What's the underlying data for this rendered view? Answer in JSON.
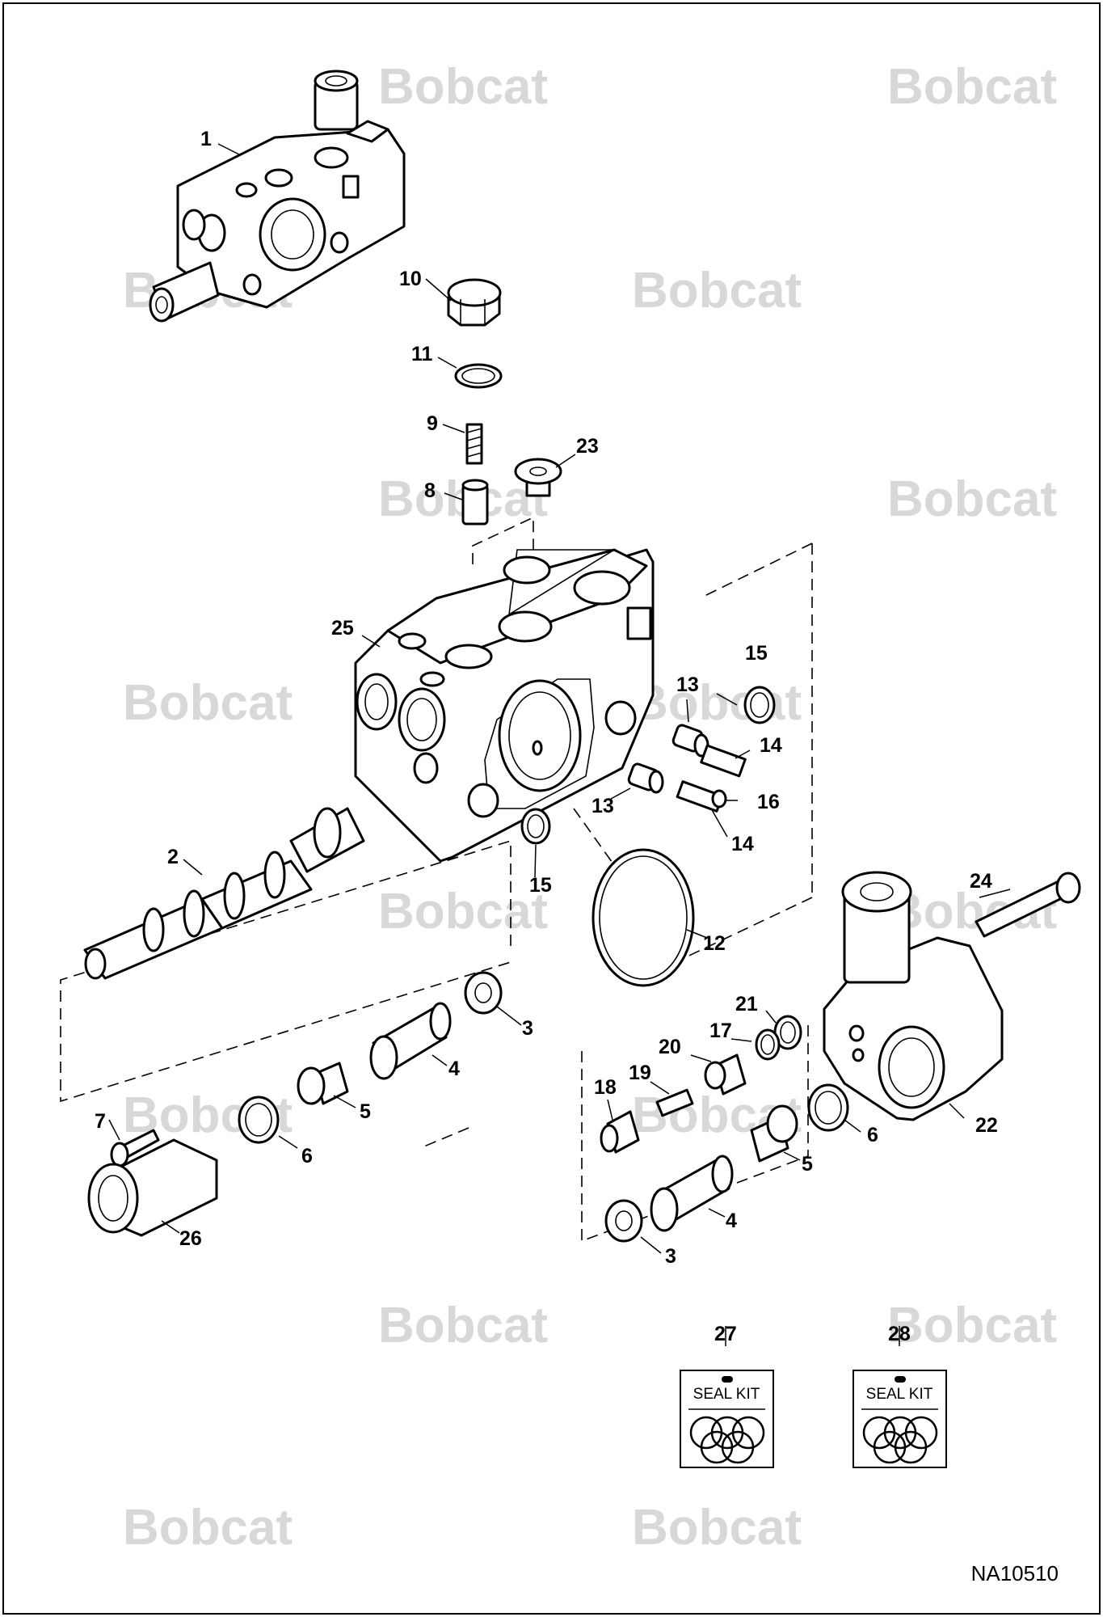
{
  "watermark": {
    "brand": "Bobcat",
    "color": "#d8d8d8"
  },
  "figure_ref": "NA10510",
  "seal_kits": [
    {
      "number": "27",
      "label": "SEAL KIT"
    },
    {
      "number": "28",
      "label": "SEAL KIT"
    }
  ],
  "callouts": [
    "1",
    "2",
    "3",
    "3",
    "4",
    "4",
    "5",
    "5",
    "6",
    "6",
    "7",
    "8",
    "9",
    "10",
    "11",
    "12",
    "13",
    "13",
    "14",
    "14",
    "15",
    "15",
    "16",
    "17",
    "18",
    "19",
    "20",
    "21",
    "22",
    "23",
    "24",
    "25",
    "26"
  ]
}
